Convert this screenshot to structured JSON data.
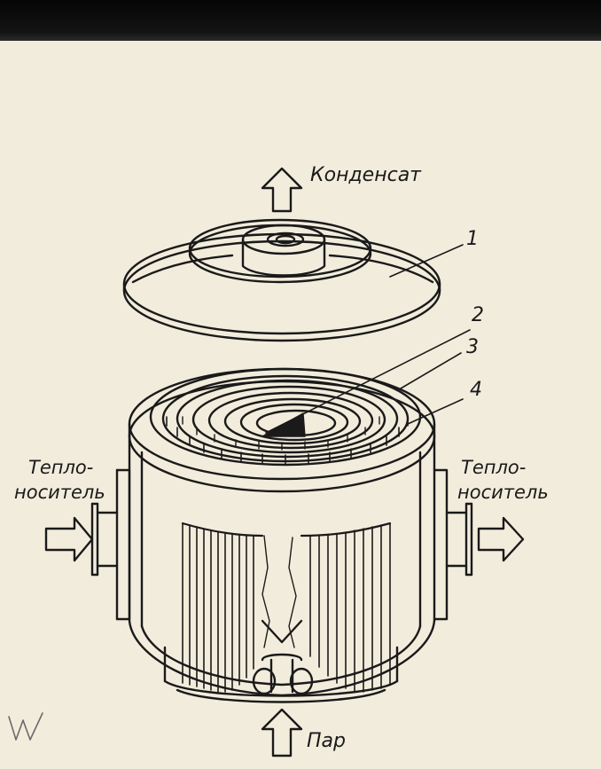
{
  "diagram": {
    "labels": {
      "condensate": "Конденсат",
      "steam": "Пар",
      "coolant_left_line1": "Тепло-",
      "coolant_left_line2": "носитель",
      "coolant_right_line1": "Тепло-",
      "coolant_right_line2": "носитель",
      "callout_1": "1",
      "callout_2": "2",
      "callout_3": "3",
      "callout_4": "4"
    },
    "margin_mark": "W"
  },
  "colors": {
    "paper": "#f2ecdc",
    "ink": "#1a1a1a",
    "scan_edge": "#0a0a0a"
  }
}
